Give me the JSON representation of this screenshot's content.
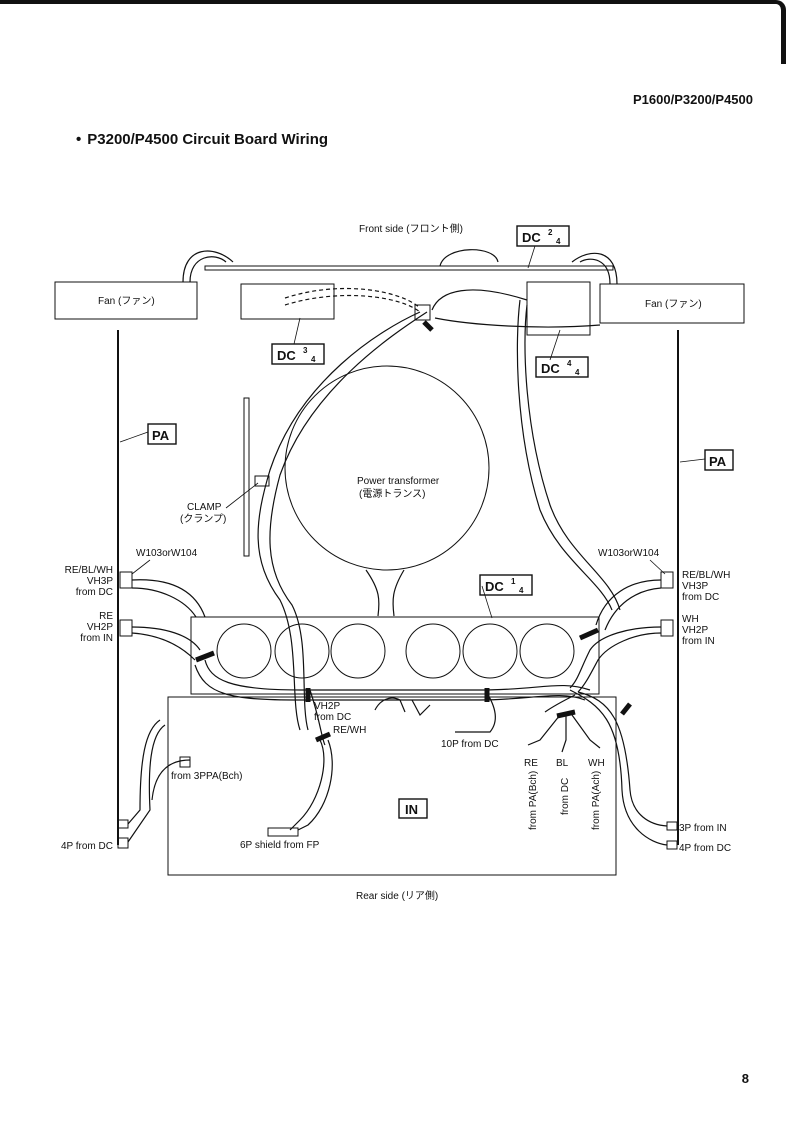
{
  "header": {
    "model": "P1600/P3200/P4500"
  },
  "title": {
    "bullet": "•",
    "text": "P3200/P4500 Circuit Board Wiring"
  },
  "page_number": "8",
  "diagram": {
    "front_side": "Front side (フロント側)",
    "rear_side": "Rear side (リア側)",
    "fan_left": "Fan (ファン)",
    "fan_right": "Fan (ファン)",
    "transformer_line1": "Power transformer",
    "transformer_line2": "(電源トランス)",
    "clamp_line1": "CLAMP",
    "clamp_line2": "(クランプ)",
    "pa_left": "PA",
    "pa_right": "PA",
    "in_board": "IN",
    "dc_main": "DC",
    "dc_1_4": "1",
    "dc_2_4": "2",
    "dc_3_4": "3",
    "dc_4_4": "4",
    "dc_den": "4",
    "left": {
      "w_ref": "W103orW104",
      "vh3p_color": "RE/BL/WH",
      "vh3p": "VH3P",
      "vh3p_from": "from DC",
      "vh2p_color": "RE",
      "vh2p": "VH2P",
      "vh2p_from": "from IN",
      "four_p": "4P  from DC"
    },
    "right": {
      "w_ref": "W103orW104",
      "vh3p_color": "RE/BL/WH",
      "vh3p": "VH3P",
      "vh3p_from": "from DC",
      "vh2p_color": "WH",
      "vh2p": "VH2P",
      "vh2p_from": "from IN",
      "three_p": "3P  from IN",
      "four_p": "4P  from DC"
    },
    "center": {
      "vh2p": "VH2P",
      "vh2p_from": "from DC",
      "re_wh": "RE/WH",
      "ten_p": "10P  from DC",
      "from_3ppa": "from 3PPA(Bch)",
      "six_p": "6P shield  from FP"
    },
    "wire_re": "RE",
    "wire_bl": "BL",
    "wire_wh": "WH",
    "from_pa_bch": "from PA(Bch)",
    "from_dc": "from DC",
    "from_pa_ach": "from PA(Ach)"
  }
}
